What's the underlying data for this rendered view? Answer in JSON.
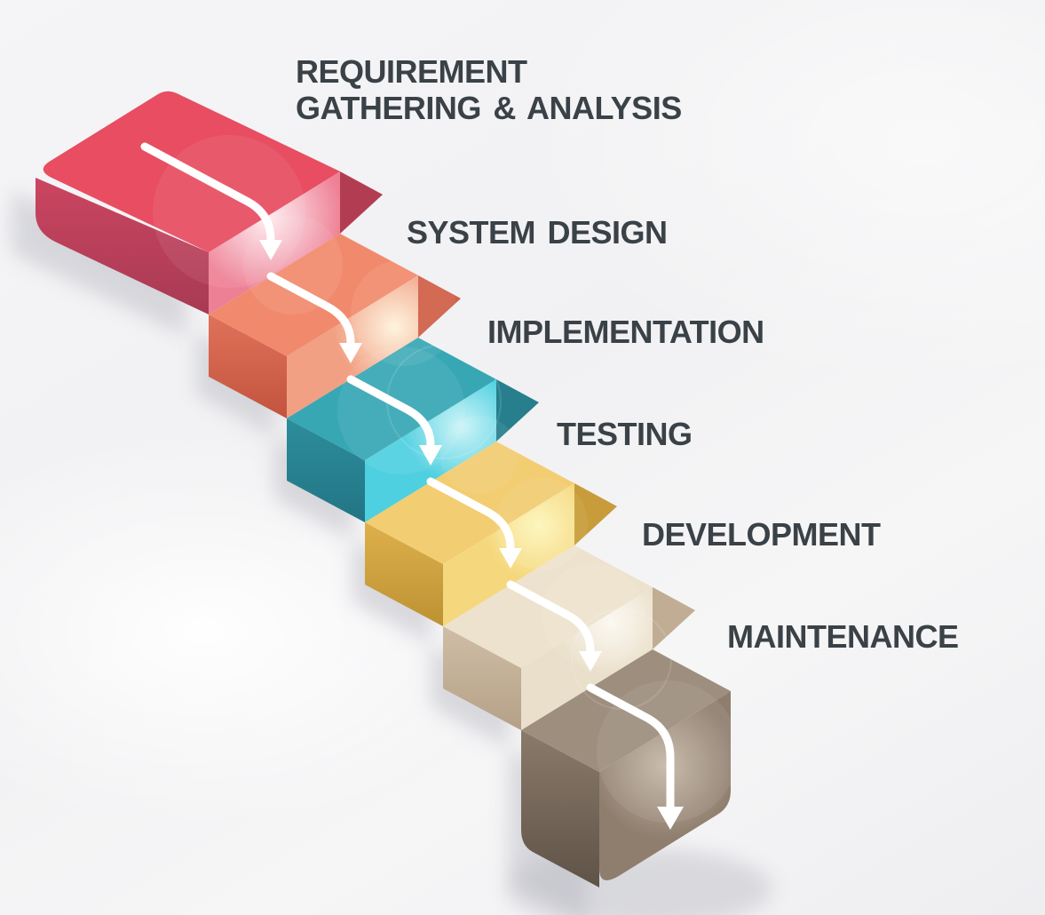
{
  "diagram": {
    "name": "waterfall-model-staircase",
    "background": "#f4f4f6",
    "text_color": "#3a4247",
    "arrow_color": "#ffffff",
    "shadow_color": "#b9bac2",
    "steps": [
      {
        "name": "requirement-gathering-analysis",
        "label_lines": [
          "REQUIREMENT",
          "GATHERING & ANALYSIS"
        ],
        "colors": {
          "top": "#e84d61",
          "front": "#cb4560",
          "front_dark": "#a83a54",
          "side": "#ee8095",
          "glow": "#ffeef2",
          "sliver": "#b23d53"
        }
      },
      {
        "name": "system-design",
        "label_lines": [
          "SYSTEM DESIGN"
        ],
        "colors": {
          "top": "#f18a6d",
          "front": "#e0725a",
          "front_dark": "#c2543f",
          "side": "#f2a084",
          "glow": "#fff3dc",
          "sliver": "#cf5f48"
        }
      },
      {
        "name": "implementation",
        "label_lines": [
          "IMPLEMENTATION"
        ],
        "colors": {
          "top": "#37a7b4",
          "front": "#2d8d9b",
          "front_dark": "#227585",
          "side": "#4fd0e0",
          "glow": "#ccf4f8",
          "sliver": "#277f8d"
        }
      },
      {
        "name": "testing",
        "label_lines": [
          "TESTING"
        ],
        "colors": {
          "top": "#f2cd72",
          "front": "#ddb04c",
          "front_dark": "#bd9233",
          "side": "#f5d87e",
          "glow": "#fdf6bb",
          "sliver": "#c89c3a"
        }
      },
      {
        "name": "development",
        "label_lines": [
          "DEVELOPMENT"
        ],
        "colors": {
          "top": "#ede2cd",
          "front": "#cfbda6",
          "front_dark": "#b5a187",
          "side": "#eadfca",
          "glow": "#fcf9f1",
          "sliver": "#c1ad93"
        }
      },
      {
        "name": "maintenance",
        "label_lines": [
          "MAINTENANCE"
        ],
        "colors": {
          "top": "#9e8e7e",
          "front": "#8a7a6a",
          "front_dark": "#5f5347",
          "side": "#8f7e6e",
          "glow": "#c5b7a7",
          "sliver": "#6e6154"
        }
      }
    ]
  }
}
